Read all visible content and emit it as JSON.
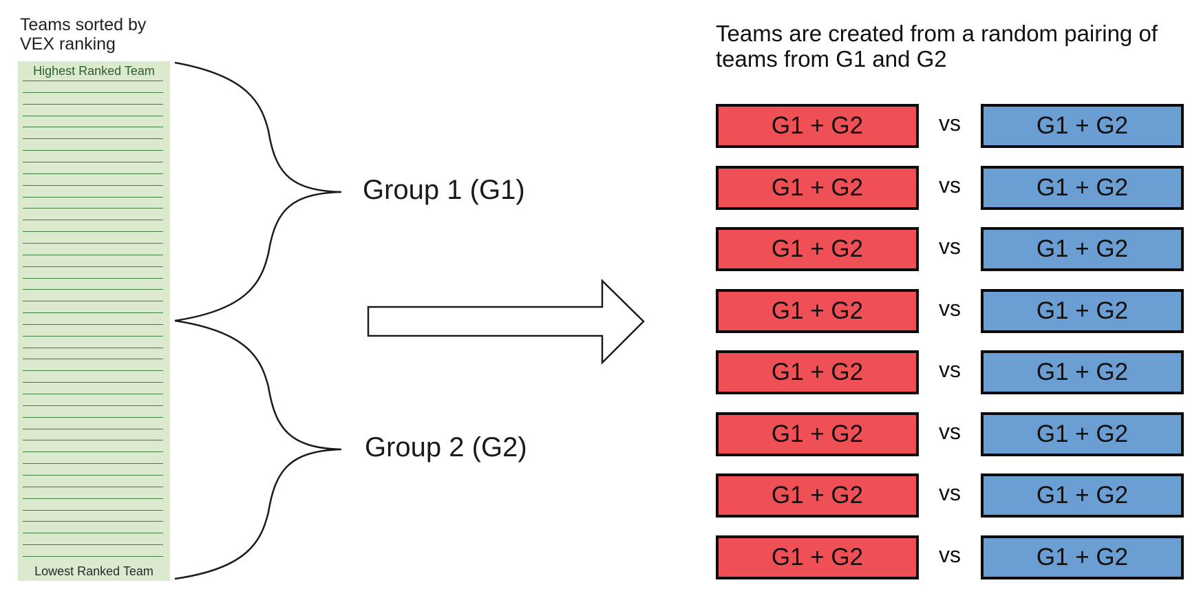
{
  "ranking": {
    "title": "Teams sorted by\nVEX ranking",
    "top_label": "Highest Ranked Team",
    "bottom_label": "Lowest Ranked Team",
    "line_count": 42,
    "colors": {
      "fill": "#dbeacf",
      "lines": "#3f7d3a"
    }
  },
  "groups": {
    "g1_label": "Group 1 (G1)",
    "g2_label": "Group 2 (G2)"
  },
  "pairing": {
    "title": "Teams are created from a random pairing of teams from G1 and G2",
    "rows": [
      {
        "red": "G1 + G2",
        "vs": "vs",
        "blue": "G1 + G2"
      },
      {
        "red": "G1 + G2",
        "vs": "vs",
        "blue": "G1 + G2"
      },
      {
        "red": "G1 + G2",
        "vs": "vs",
        "blue": "G1 + G2"
      },
      {
        "red": "G1 + G2",
        "vs": "vs",
        "blue": "G1 + G2"
      },
      {
        "red": "G1 + G2",
        "vs": "vs",
        "blue": "G1 + G2"
      },
      {
        "red": "G1 + G2",
        "vs": "vs",
        "blue": "G1 + G2"
      },
      {
        "red": "G1 + G2",
        "vs": "vs",
        "blue": "G1 + G2"
      },
      {
        "red": "G1 + G2",
        "vs": "vs",
        "blue": "G1 + G2"
      }
    ],
    "colors": {
      "red_team": "#ef5055",
      "blue_team": "#6b9ed3",
      "border": "#0b0b0b"
    }
  },
  "icons": {
    "arrow": "right-arrow-icon",
    "brace_g1": "curly-brace-icon",
    "brace_g2": "curly-brace-icon"
  }
}
